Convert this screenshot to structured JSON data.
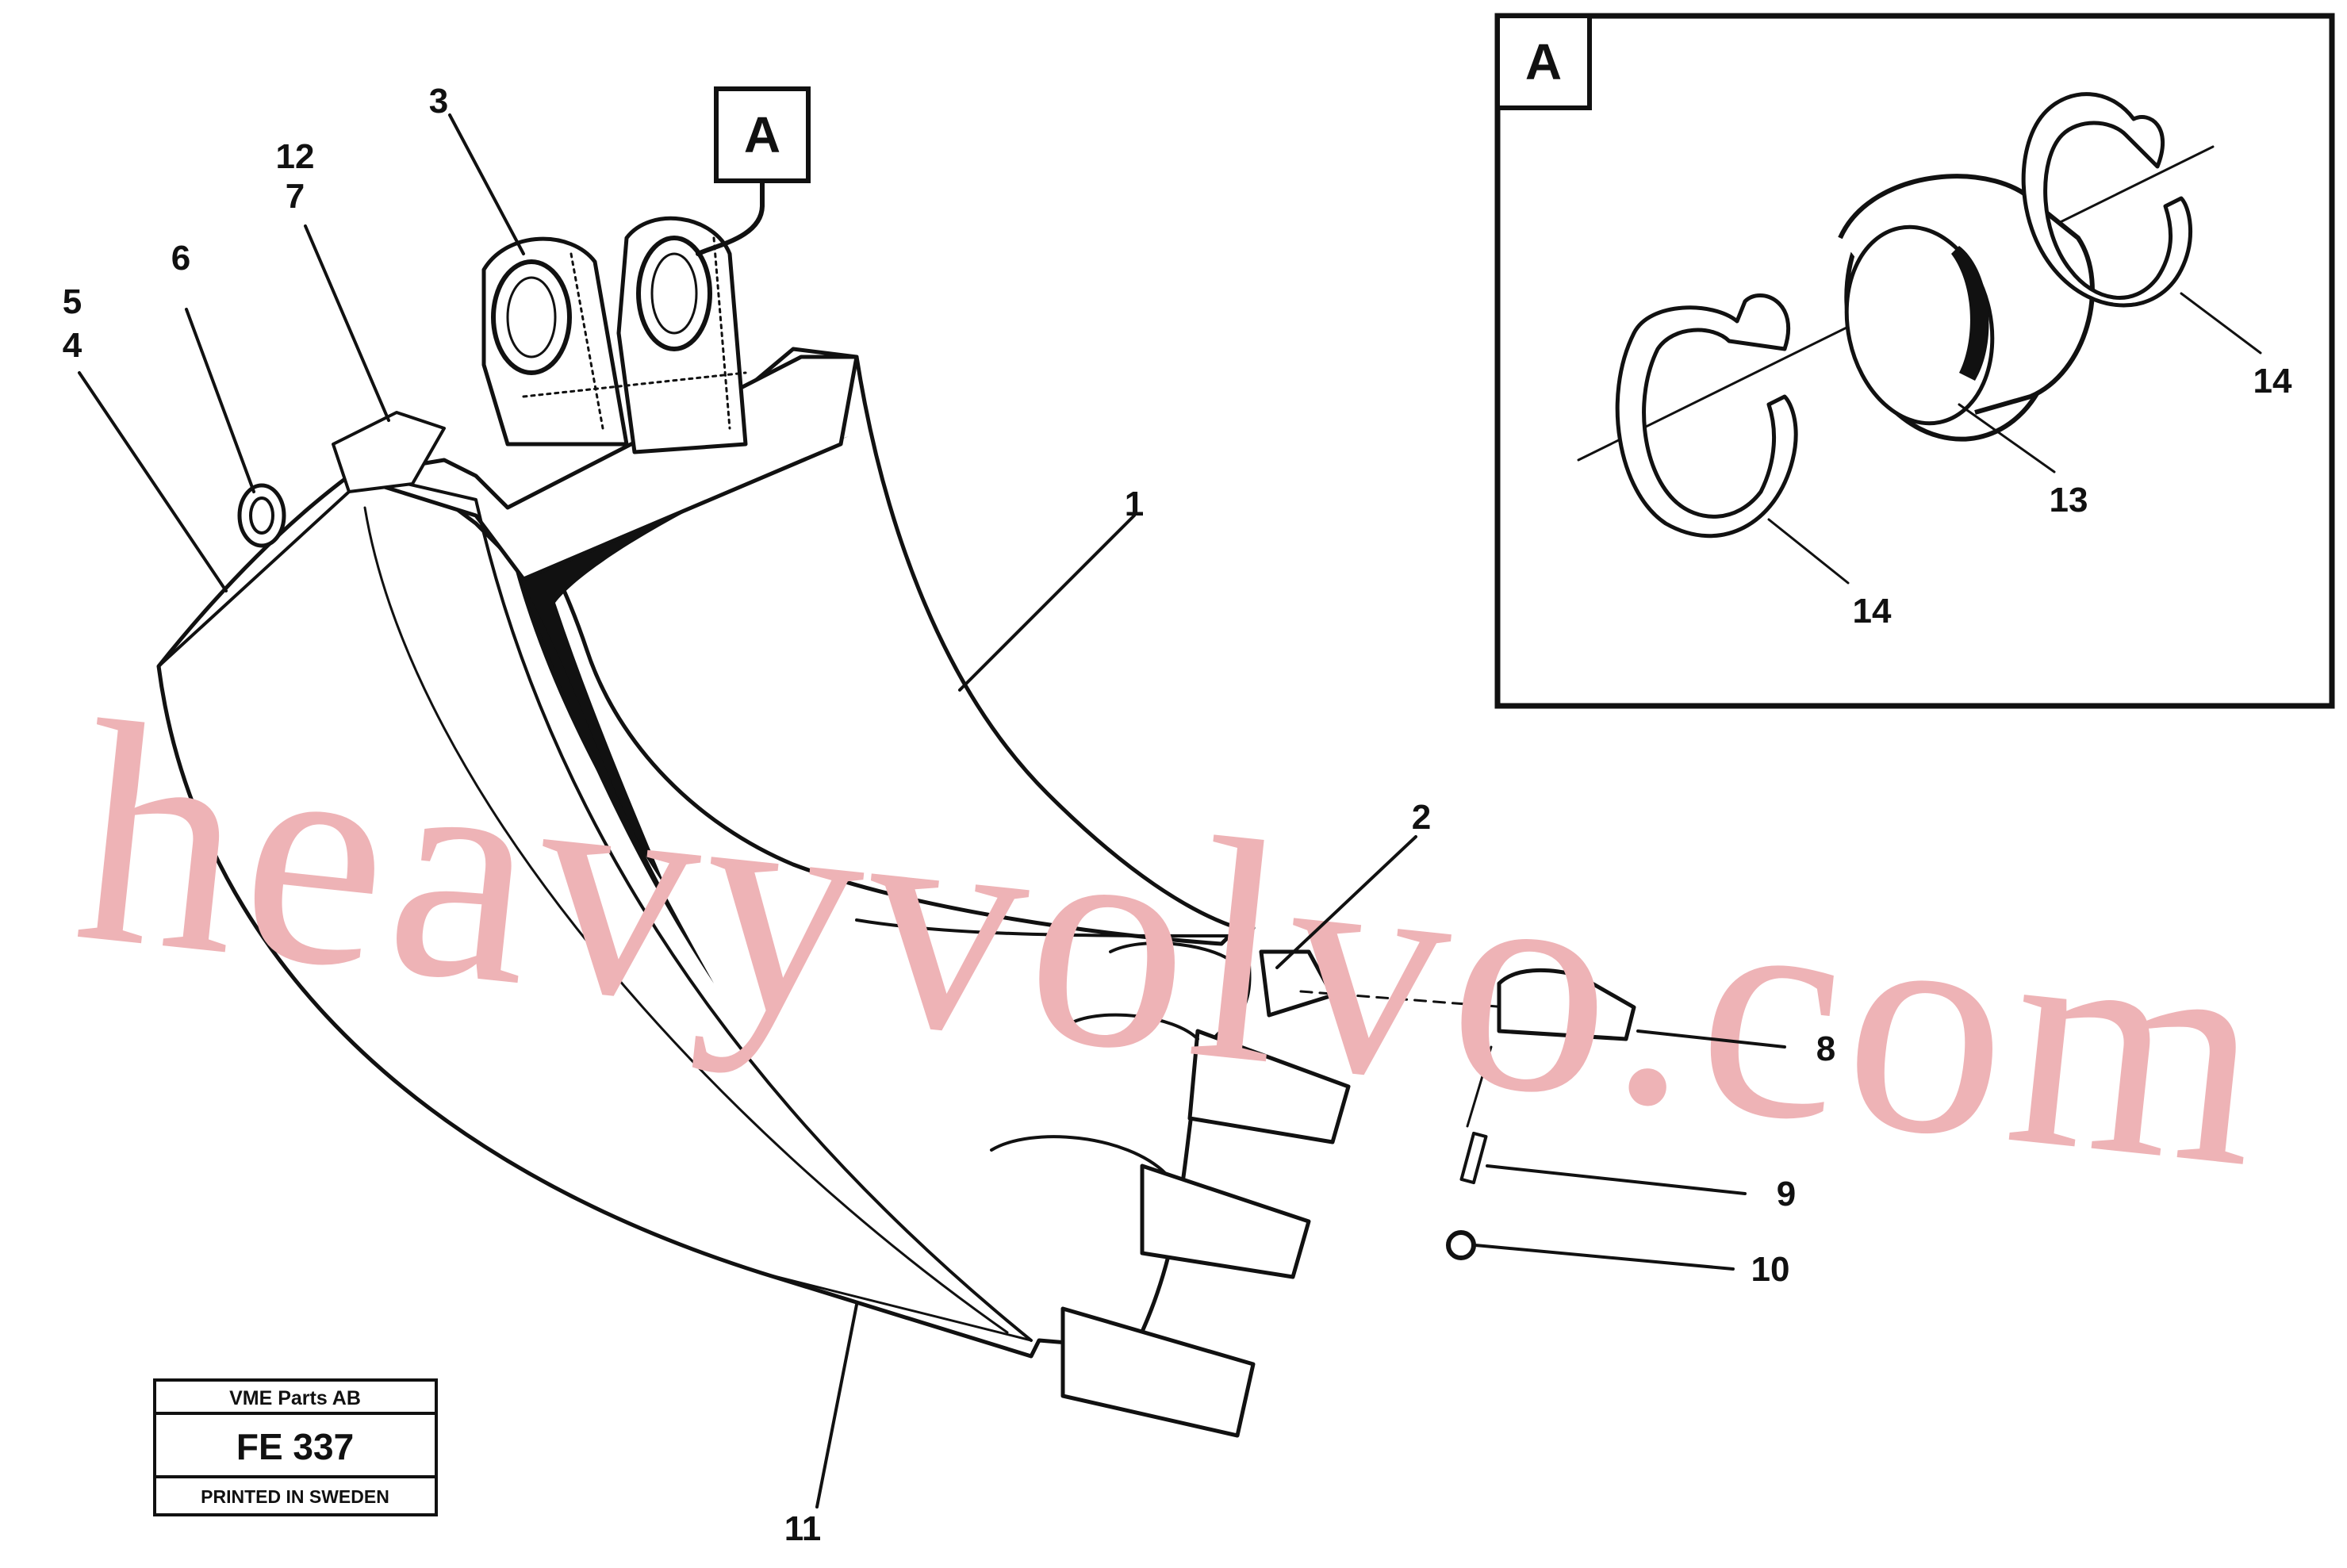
{
  "watermark": "heavyvolvo.com",
  "detail": {
    "letter": "A"
  },
  "callout": {
    "letter": "A"
  },
  "labels": {
    "l1": "1",
    "l2": "2",
    "l3": "3",
    "l4": "4",
    "l5": "5",
    "l6": "6",
    "l7": "7",
    "l8": "8",
    "l9": "9",
    "l10": "10",
    "l11": "11",
    "l12": "12",
    "l13": "13",
    "l14a": "14",
    "l14b": "14"
  },
  "title_block": {
    "company": "VME Parts AB",
    "code": "FE 337",
    "printed": "PRINTED IN SWEDEN"
  }
}
